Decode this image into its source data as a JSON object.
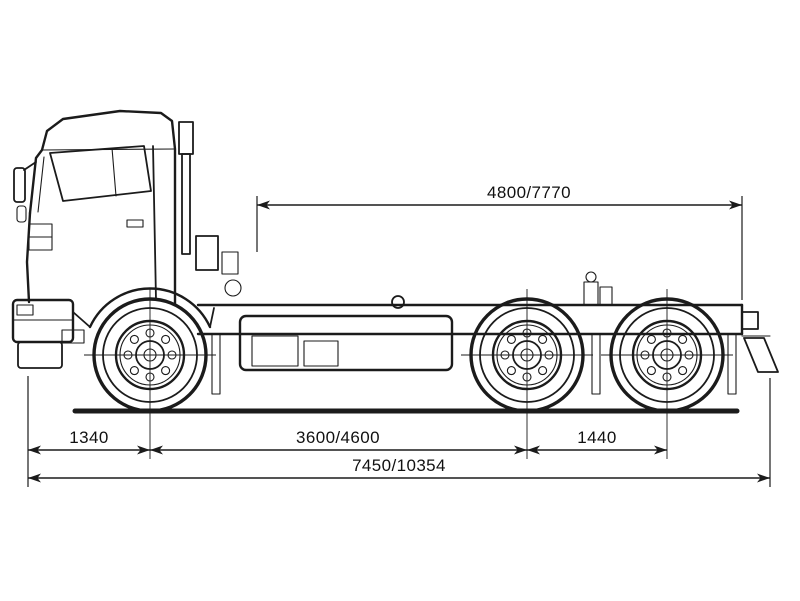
{
  "diagram": {
    "type": "technical-dimension-drawing",
    "subject": "truck chassis side view",
    "background_color": "#ffffff",
    "line_color": "#1b1b1b",
    "dimensions": {
      "top_span": "4800/7770",
      "front_overhang": "1340",
      "wheelbase": "3600/4600",
      "tandem_spacing": "1440",
      "overall_length": "7450/10354"
    }
  }
}
